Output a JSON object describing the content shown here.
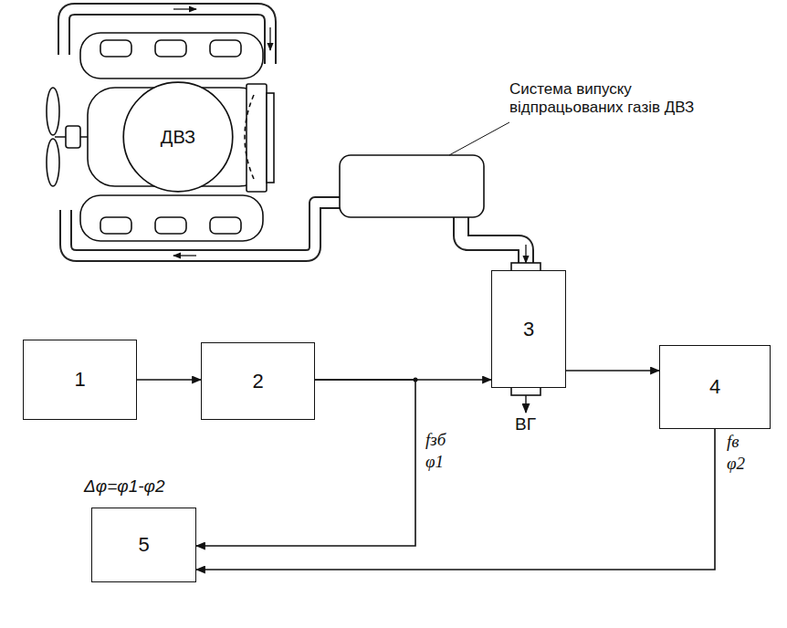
{
  "diagram": {
    "nodes": [
      {
        "text": [
          "ДВЗ"
        ]
      },
      {
        "text": [
          "1"
        ]
      },
      {
        "text": [
          "2"
        ]
      },
      {
        "text": [
          "3"
        ]
      },
      {
        "text": [
          "4"
        ]
      },
      {
        "text": [
          "5"
        ]
      }
    ],
    "edges": [
      {
        "from": 1,
        "to": 2,
        "arrow": "to"
      },
      {
        "from": 2,
        "to": 3,
        "arrow": "to"
      },
      {
        "from": 3,
        "to": 4,
        "arrow": "to"
      },
      {
        "from": 2,
        "to": 5,
        "arrow": "to",
        "label": "fзб φ1"
      },
      {
        "from": 4,
        "to": 5,
        "arrow": "to",
        "label": "fв φ2"
      }
    ],
    "labels": [
      "Система випуску відпрацьованих газів ДВЗ",
      "Δφ=φ1-φ2",
      "ВГ"
    ]
  }
}
